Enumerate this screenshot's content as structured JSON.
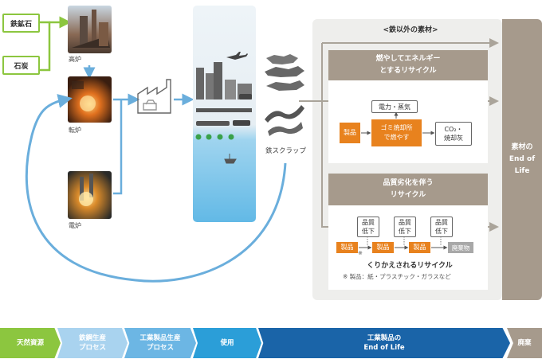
{
  "raw_materials": {
    "iron_ore": "鉄鉱石",
    "coal": "石炭"
  },
  "processes": {
    "blast_furnace": "高炉",
    "converter": "転炉",
    "electric_furnace": "電炉"
  },
  "scrap_label": "鉄スクラップ",
  "non_iron": {
    "title": "<鉄以外の素材>",
    "combustion_header": [
      "燃やしてエネルギー",
      "とするリサイクル"
    ],
    "power_steam": "電力・蒸気",
    "product": "製品",
    "incinerator": [
      "ゴミ焼却所",
      "で燃やす"
    ],
    "co2_ash": [
      "CO₂・",
      "焼却灰"
    ],
    "degrade_header": [
      "品質劣化を伴う",
      "リサイクル"
    ],
    "quality_drop": [
      "品質",
      "低下"
    ],
    "product_chain": [
      "製品",
      "製品",
      "製品"
    ],
    "waste": "廃棄物",
    "asterisk": "※",
    "repeat_label": "くりかえされるリサイクル",
    "note": "※ 製品：紙・プラスチック・ガラスなど"
  },
  "end_of_life_column": [
    "素材の",
    "End of",
    "Life"
  ],
  "stages": [
    {
      "lines": [
        "天然資源"
      ]
    },
    {
      "lines": [
        "鉄鋼生産",
        "プロセス"
      ]
    },
    {
      "lines": [
        "工業製品生産",
        "プロセス"
      ]
    },
    {
      "lines": [
        "使用"
      ]
    },
    {
      "lines": [
        "工業製品の",
        "End of Life"
      ]
    },
    {
      "lines": [
        "廃棄"
      ]
    }
  ],
  "colors": {
    "green": "#8cc63f",
    "arrow_blue": "#6aaedc",
    "orange": "#e8821e",
    "taupe": "#a69a8c",
    "stage1": "#8cc63f",
    "stage2": "#a9d3ef",
    "stage3": "#6cb6e4",
    "stage4": "#2b9ed8",
    "stage5": "#1a64a8",
    "stage6": "#a69a8c"
  }
}
